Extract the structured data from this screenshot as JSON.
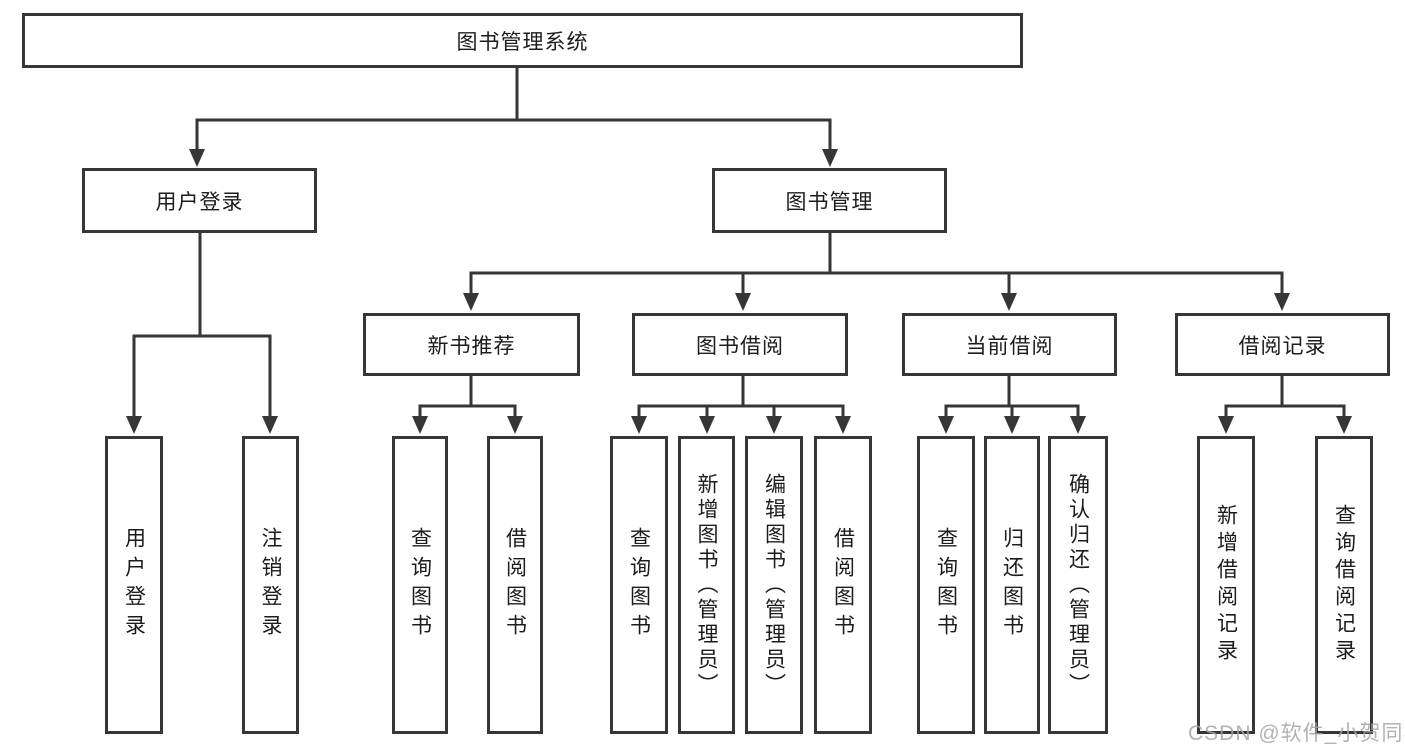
{
  "tree": {
    "root": "图书管理系统",
    "branches": [
      {
        "label": "用户登录",
        "children": [
          {
            "label": "用户登录"
          },
          {
            "label": "注销登录"
          }
        ]
      },
      {
        "label": "图书管理",
        "children": [
          {
            "label": "新书推荐",
            "children": [
              {
                "label": "查询图书"
              },
              {
                "label": "借阅图书"
              }
            ]
          },
          {
            "label": "图书借阅",
            "children": [
              {
                "label": "查询图书"
              },
              {
                "label": "新增图书（管理员）"
              },
              {
                "label": "编辑图书（管理员）"
              },
              {
                "label": "借阅图书"
              }
            ]
          },
          {
            "label": "当前借阅",
            "children": [
              {
                "label": "查询图书"
              },
              {
                "label": "归还图书"
              },
              {
                "label": "确认归还（管理员）"
              }
            ]
          },
          {
            "label": "借阅记录",
            "children": [
              {
                "label": "新增借阅记录"
              },
              {
                "label": "查询借阅记录"
              }
            ]
          }
        ]
      }
    ]
  },
  "watermark": "CSDN @软件_小贺同学",
  "colors": {
    "line": "#363636",
    "text": "#1c1c1c",
    "watermark": "#a4a4a4",
    "background": "#ffffff"
  }
}
